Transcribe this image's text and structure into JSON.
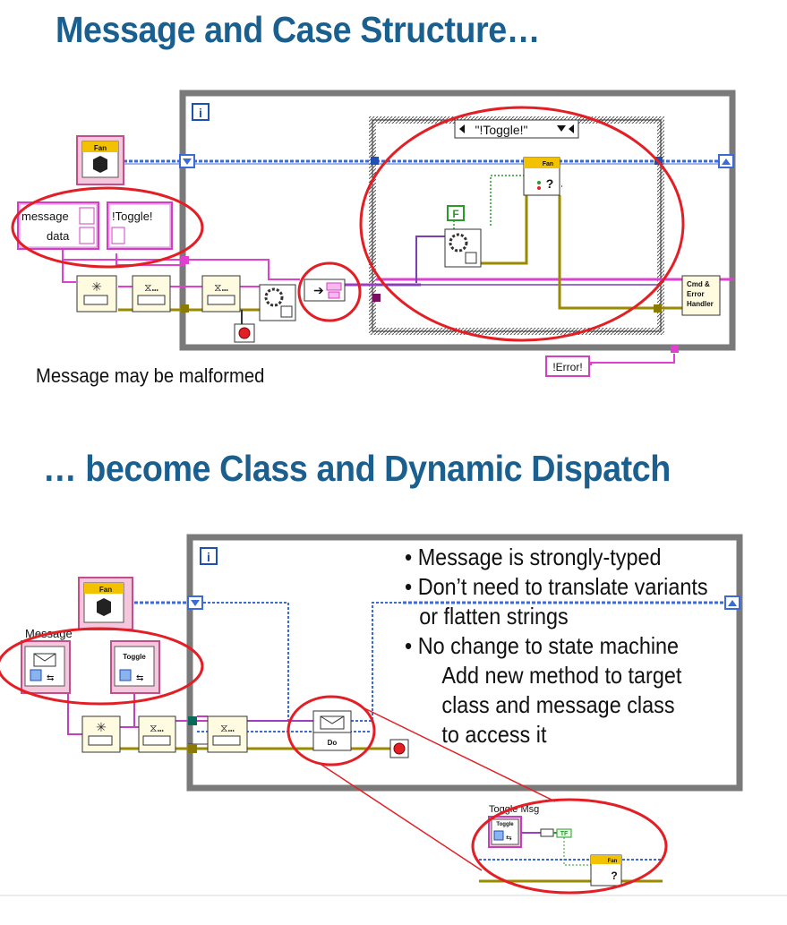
{
  "top": {
    "title": "Message and Case Structure…",
    "iteration": "i",
    "case_selector": "\"!Toggle!\"",
    "cluster": {
      "field1": "message",
      "field2": "data"
    },
    "string_const": "!Toggle!",
    "bool_const": "F",
    "obj_label": "Fan",
    "handler": [
      "Cmd &",
      "Error",
      "Handler"
    ],
    "error_const": "!Error!",
    "caption": "Message may be malformed"
  },
  "bottom": {
    "title": "… become Class and Dynamic Dispatch",
    "iteration": "i",
    "message_label": "Message",
    "toggle_label": "Toggle",
    "obj_label": "Fan",
    "do_label": "Do",
    "bullets": [
      "• Message is strongly-typed",
      "• Don’t need to translate variants",
      "or flatten strings",
      "• No change to state machine",
      "Add new method to target class and message class to access it"
    ],
    "inset": {
      "title": "Toggle Msg",
      "toggle": "Toggle",
      "tf": "TF",
      "fan": "Fan"
    }
  },
  "colors": {
    "title": "#1a5f8e",
    "highlight": "#e31e24",
    "wire_pink": "#e040d0",
    "wire_blue": "#3a6bd6",
    "wire_yellow": "#9a8a00"
  }
}
